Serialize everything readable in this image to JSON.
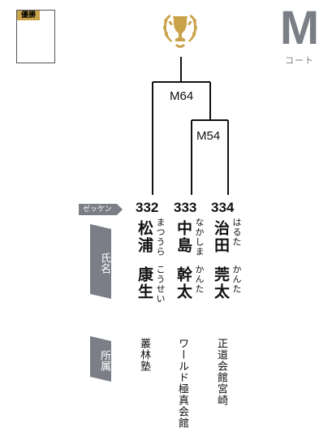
{
  "winner_box": {
    "label": "優勝"
  },
  "court": {
    "letter": "M",
    "label": "コート"
  },
  "matches": [
    {
      "label": "M64"
    },
    {
      "label": "M54"
    }
  ],
  "row_labels": {
    "seed": "ゼッケン",
    "name": "氏名",
    "affiliation": "所属"
  },
  "players": [
    {
      "number": "332",
      "surname": "松浦",
      "given": "康生",
      "surname_kana": "まつうら",
      "given_kana": "こうせい",
      "affiliation": "叢林塾"
    },
    {
      "number": "333",
      "surname": "中島",
      "given": "幹太",
      "surname_kana": "なかしま",
      "given_kana": "かんた",
      "affiliation": "ワールド極真会館"
    },
    {
      "number": "334",
      "surname": "治田",
      "given": "莞太",
      "surname_kana": "はるた",
      "given_kana": "かんた",
      "affiliation": "正道会館宮崎"
    }
  ],
  "colors": {
    "gold": "#c9a24a",
    "tag_gray": "#7b7e86",
    "court_gray": "#7a7f86"
  }
}
